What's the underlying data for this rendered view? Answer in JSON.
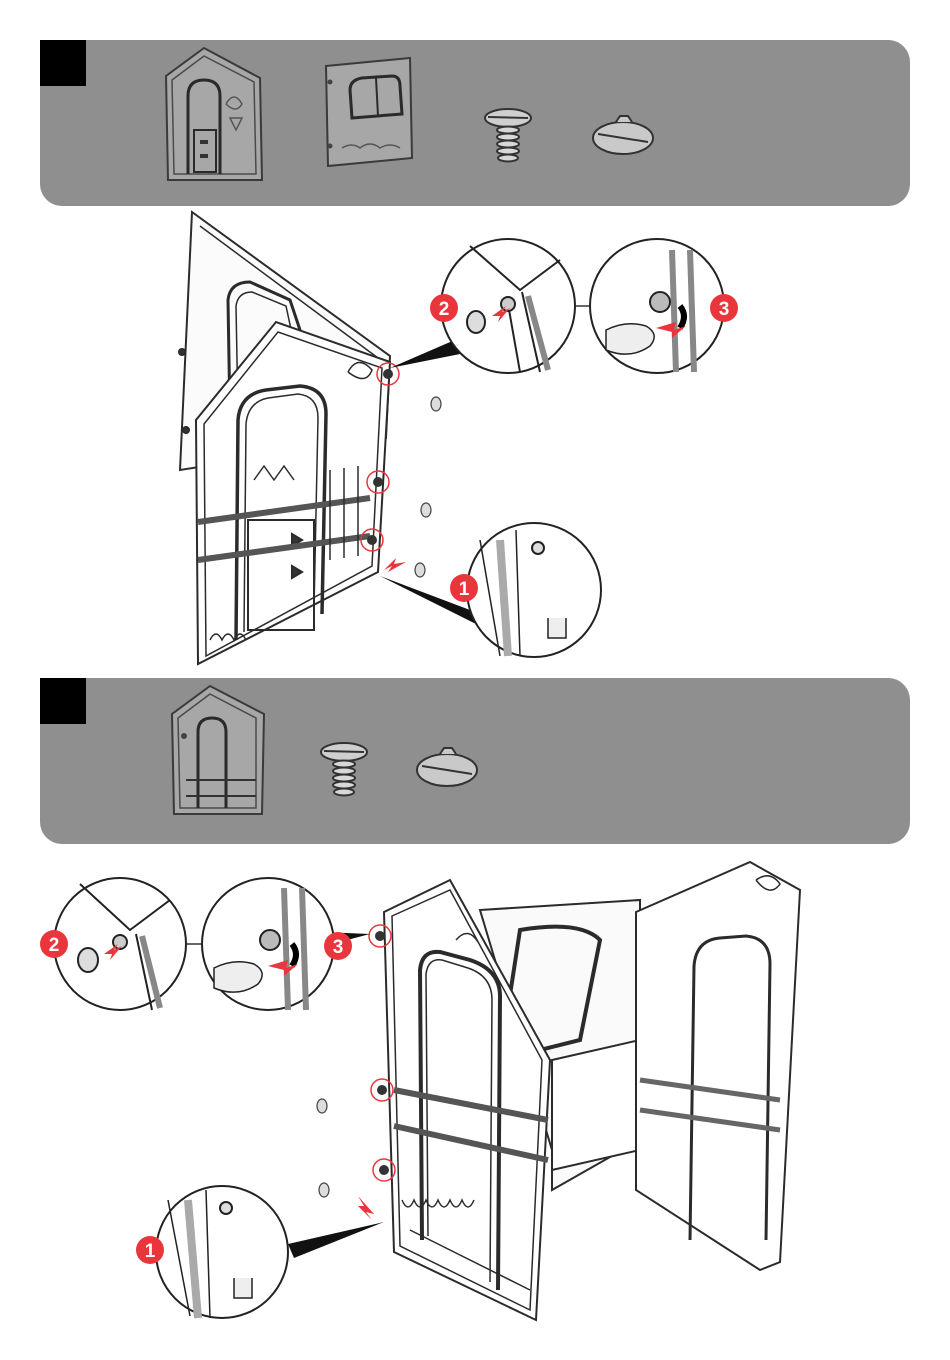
{
  "steps": [
    {
      "number": "",
      "parts": [
        {
          "name": "door-wall-panel",
          "icon": "door-panel-icon"
        },
        {
          "name": "window-wall-panel",
          "icon": "window-panel-icon"
        },
        {
          "name": "screw",
          "icon": "screw-icon"
        },
        {
          "name": "screw-cap",
          "icon": "cap-icon"
        }
      ],
      "callouts": [
        "1",
        "2",
        "3"
      ]
    },
    {
      "number": "",
      "parts": [
        {
          "name": "door-wall-panel",
          "icon": "door-panel-icon"
        },
        {
          "name": "screw",
          "icon": "screw-icon"
        },
        {
          "name": "screw-cap",
          "icon": "cap-icon"
        }
      ],
      "callouts": [
        "1",
        "2",
        "3"
      ]
    }
  ],
  "colors": {
    "banner": "#8f8f8f",
    "callout": "#e8363c",
    "arrow": "#e8363c",
    "line": "#2b2b2b"
  }
}
